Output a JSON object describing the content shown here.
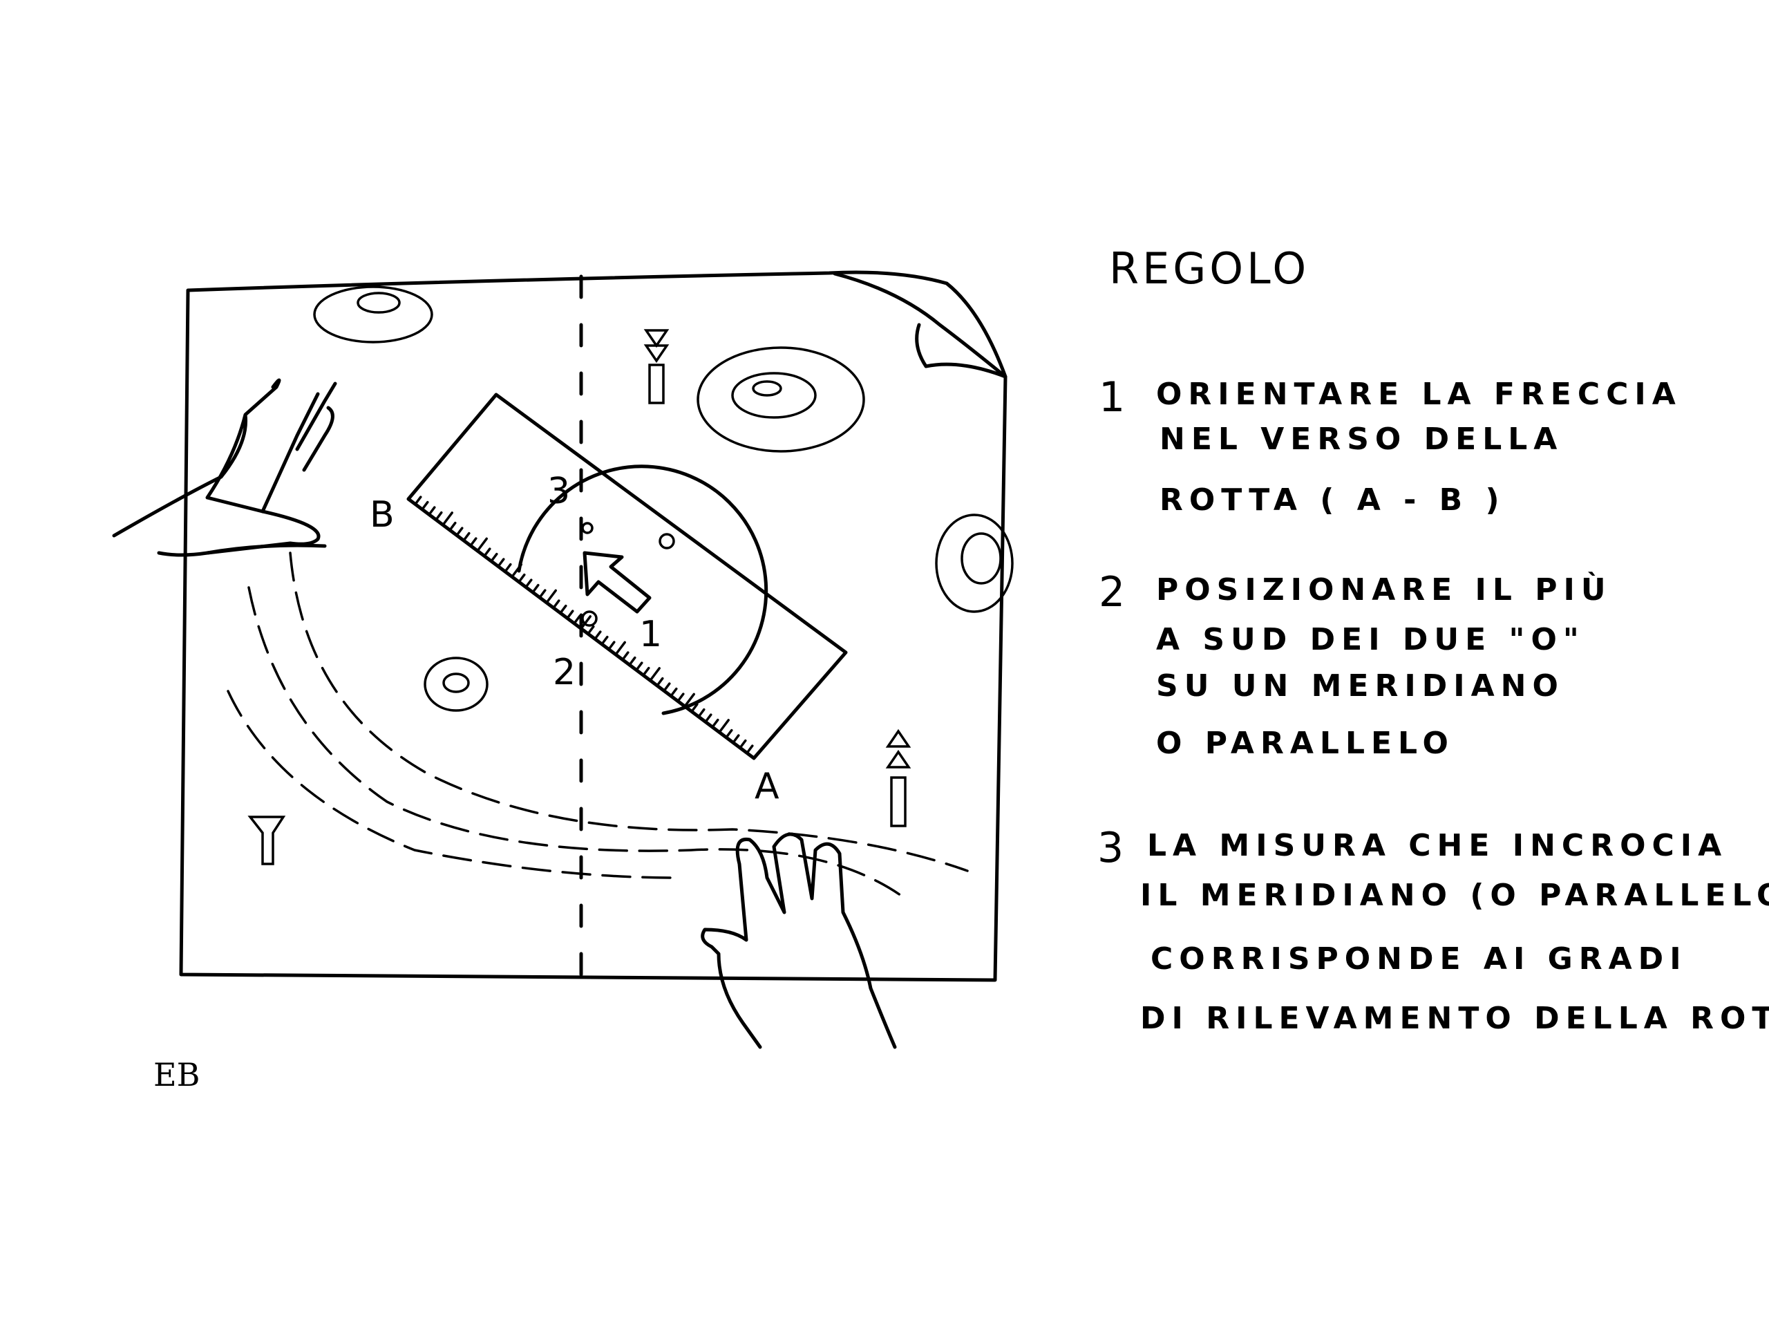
{
  "title": "REGOLO",
  "steps": [
    {
      "number": "1",
      "lines": [
        "ORIENTARE LA FRECCIA",
        "NEL VERSO DELLA",
        "ROTTA ( A - B )"
      ]
    },
    {
      "number": "2",
      "lines": [
        "POSIZIONARE IL PIÙ",
        "A SUD DEI DUE \"O\"",
        "SU UN MERIDIANO",
        "O PARALLELO"
      ]
    },
    {
      "number": "3",
      "lines": [
        "LA MISURA CHE INCROCIA",
        "IL MERIDIANO (O PARALLELO)",
        "CORRISPONDE AI GRADI",
        "DI RILEVAMENTO DELLA ROTTA."
      ]
    }
  ],
  "diagram": {
    "point_a": "A",
    "point_b": "B",
    "marker_1": "1",
    "marker_2": "2",
    "marker_3": "3"
  },
  "signature": "EB"
}
